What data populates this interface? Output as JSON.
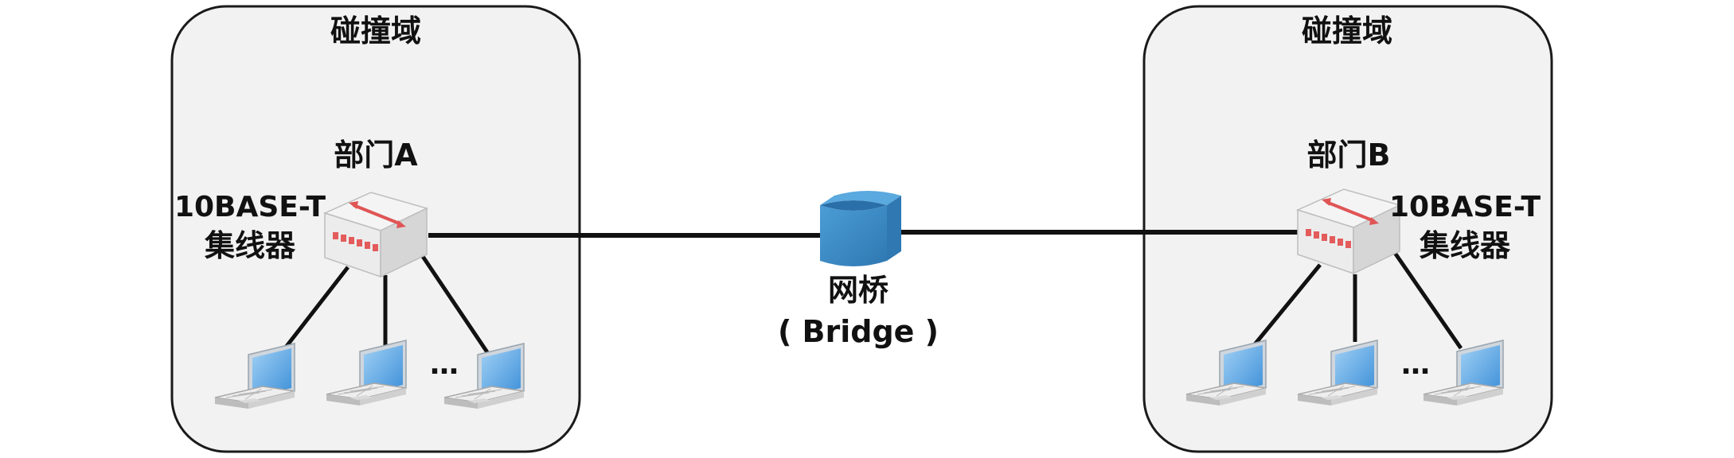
{
  "domain_left": {
    "title": "碰撞域"
  },
  "domain_right": {
    "title": "碰撞域"
  },
  "dept_a": {
    "label": "部门A",
    "hub_line1": "10BASE-T",
    "hub_line2": "集线器",
    "ellipsis": "…"
  },
  "dept_b": {
    "label": "部门B",
    "hub_line1": "10BASE-T",
    "hub_line2": "集线器",
    "ellipsis": "…"
  },
  "bridge": {
    "label": "网桥",
    "sublabel": "( Bridge )"
  },
  "colors": {
    "domain_fill": "#f2f2f2",
    "domain_stroke": "#1a1a1a",
    "hub_top": "#f2f2f2",
    "hub_side": "#d8d8d8",
    "hub_arrow": "#e05555",
    "bridge_blue": "#3f8cc6",
    "laptop_screen": "#6aaee8",
    "link": "#111111"
  },
  "icons": [
    "hub-icon",
    "bridge-icon",
    "laptop-icon"
  ]
}
